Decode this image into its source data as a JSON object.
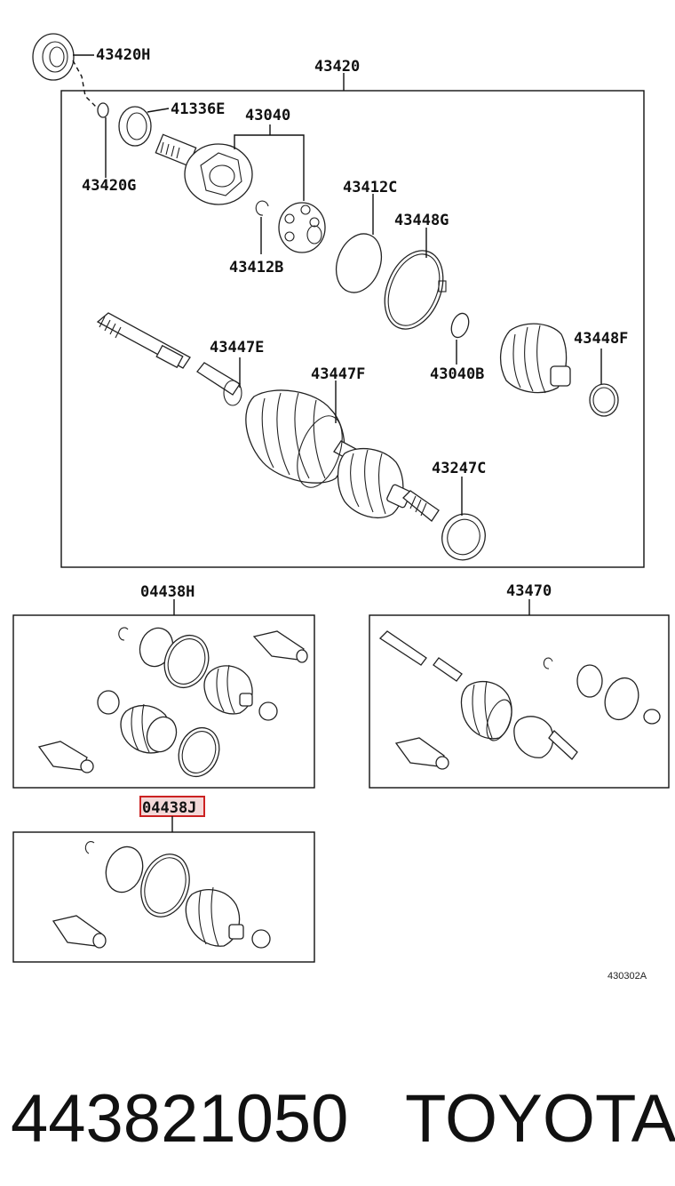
{
  "labels": {
    "p43420H": "43420H",
    "p43420": "43420",
    "p41336E": "41336E",
    "p43040": "43040",
    "p43420G": "43420G",
    "p43412C": "43412C",
    "p43448G": "43448G",
    "p43412B": "43412B",
    "p43447E": "43447E",
    "p43448F": "43448F",
    "p43447F": "43447F",
    "p43040B": "43040B",
    "p43247C": "43247C",
    "p04438H": "04438H",
    "p43470": "43470",
    "p04438J": "04438J"
  },
  "highlight_color": "#cc2222",
  "caption": "430302A",
  "footer": {
    "part_number": "443821050",
    "brand": "TOYOTA"
  }
}
